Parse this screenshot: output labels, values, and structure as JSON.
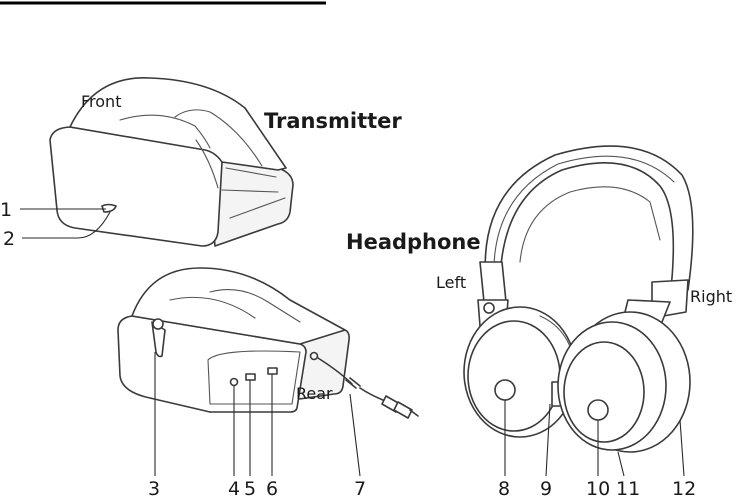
{
  "labels": {
    "transmitter": "Transmitter",
    "headphone": "Headphone",
    "front": "Front",
    "rear": "Rear",
    "left": "Left",
    "right": "Right"
  },
  "callouts": [
    "1",
    "2",
    "3",
    "4",
    "5",
    "6",
    "7",
    "8",
    "9",
    "10",
    "11",
    "12"
  ]
}
